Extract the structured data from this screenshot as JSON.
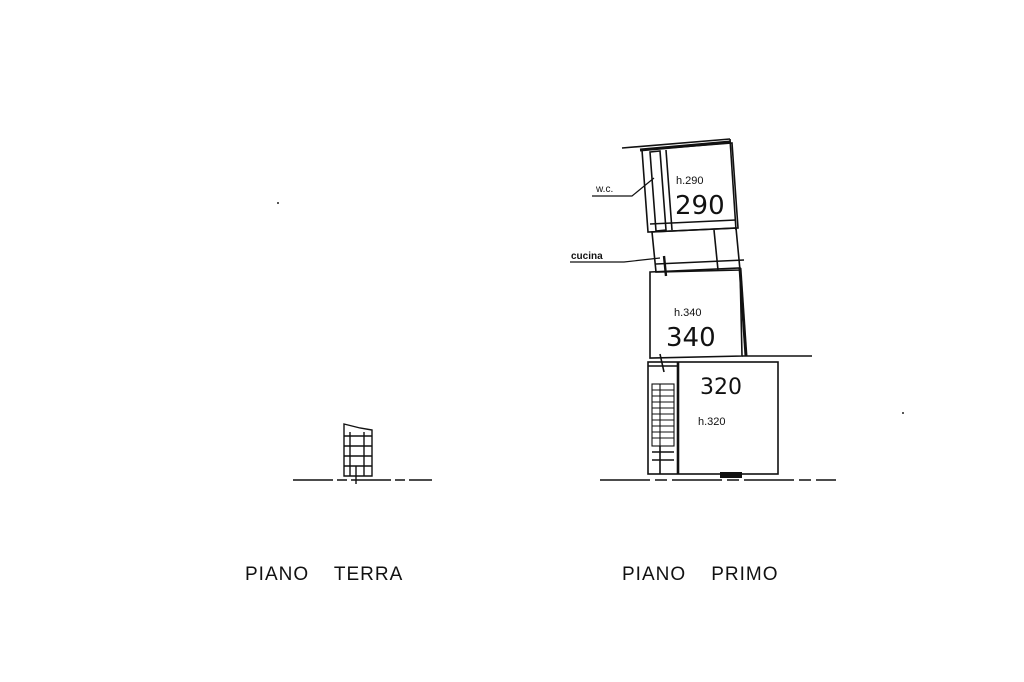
{
  "captions": {
    "ground_floor": "PIANO    TERRA",
    "first_floor": "PIANO    PRIMO"
  },
  "rooms": {
    "wc_label": "w.c.",
    "kitchen_label": "cucina",
    "room_top": {
      "height_label": "h.290",
      "height_value": "290"
    },
    "room_middle": {
      "height_label": "h.340",
      "height_value": "340"
    },
    "room_bottom": {
      "height_label": "h.320",
      "height_value": "320"
    }
  }
}
